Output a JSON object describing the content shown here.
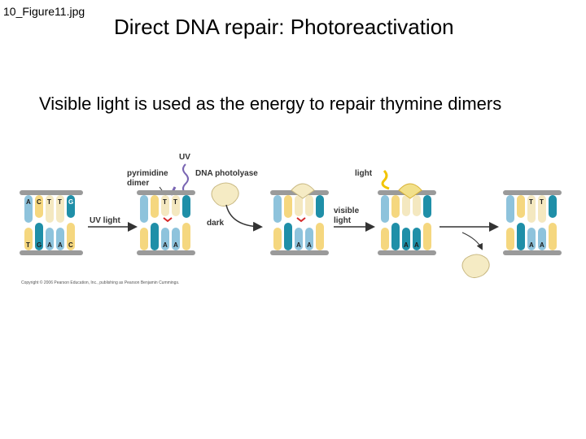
{
  "header": {
    "file_label": "10_Figure11.jpg",
    "title": "Direct DNA repair: Photoreactivation",
    "subtitle": "Visible light is used as the energy to repair thymine dimers"
  },
  "figure": {
    "labels": {
      "uv": "UV",
      "pyrimidine_line1": "pyrimidine",
      "pyrimidine_line2": "dimer",
      "photolyase": "DNA photolyase",
      "light": "light",
      "uv_light": "UV light",
      "dark": "dark",
      "visible_line1": "visible",
      "visible_line2": "light"
    },
    "strand1": {
      "top": [
        "A",
        "C",
        "T",
        "T",
        "G"
      ],
      "bottom": [
        "T",
        "G",
        "A",
        "A",
        "C"
      ]
    },
    "dimer_pair": {
      "top": [
        "T",
        "T"
      ],
      "bottom": [
        "A",
        "A"
      ]
    },
    "copyright": "Copyright © 2006 Pearson Education, Inc., publishing as Pearson Benjamin Cummings.",
    "colors": {
      "blue": "#8ec3dc",
      "teal": "#1f8fa8",
      "yellow": "#f5d77f",
      "cream": "#f4e8c0",
      "rail": "#9a9a9a",
      "enzyme": "#f5ebc4",
      "uv_arrow": "#7a66b3",
      "light_bolt": "#f2c400",
      "dimer_mark": "#d62828"
    }
  }
}
